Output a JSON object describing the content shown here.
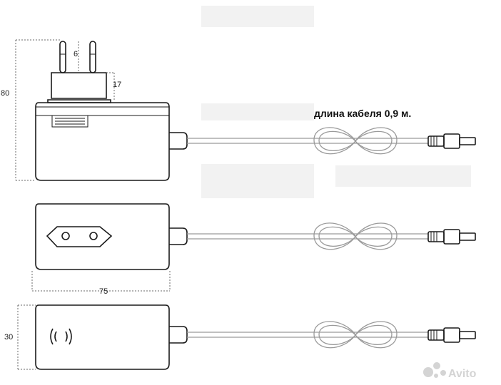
{
  "dimensions": {
    "height": "80",
    "pin_length": "6",
    "plug_base_height": "17",
    "width": "75",
    "depth": "30"
  },
  "cable_label": "длина кабеля 0,9 м.",
  "watermark": {
    "text": "Avito",
    "icon": "avito-dots-icon"
  },
  "icons": {
    "socket": "euro-plug-socket-icon",
    "wireless": "wireless-signal-icon"
  }
}
